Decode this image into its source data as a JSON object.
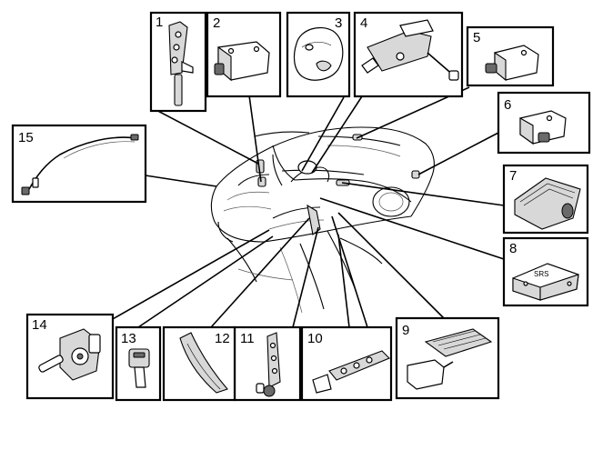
{
  "callouts": [
    {
      "number": "1"
    },
    {
      "number": "2"
    },
    {
      "number": "3"
    },
    {
      "number": "4"
    },
    {
      "number": "5"
    },
    {
      "number": "6"
    },
    {
      "number": "7"
    },
    {
      "number": "8"
    },
    {
      "number": "9"
    },
    {
      "number": "10"
    },
    {
      "number": "11"
    },
    {
      "number": "12"
    },
    {
      "number": "13"
    },
    {
      "number": "14"
    },
    {
      "number": "15"
    }
  ],
  "module_label": "SRS"
}
